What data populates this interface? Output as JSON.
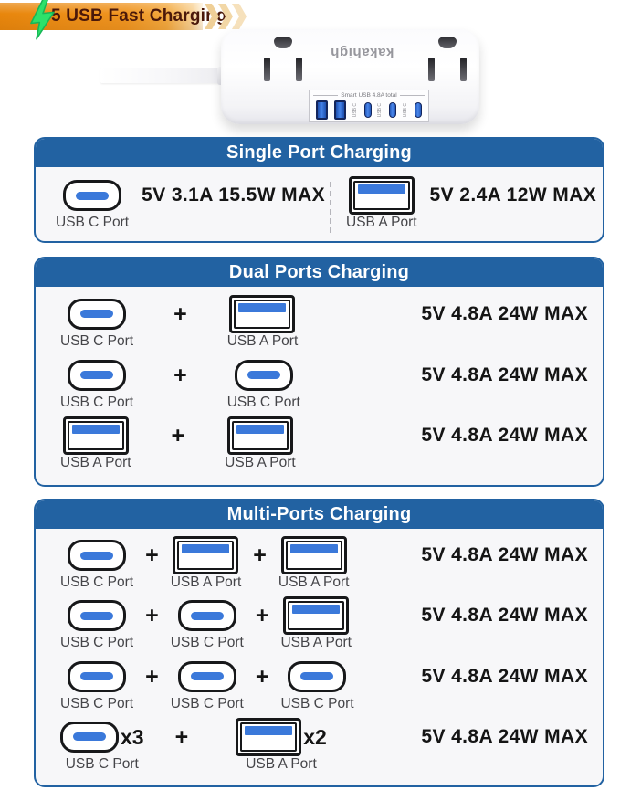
{
  "banner": {
    "label": "5 USB Fast Charging"
  },
  "device": {
    "brand": "kakahigh",
    "usb_panel_label": "Smart USB 4.8A total",
    "usb_c_tiny_label": "USB C",
    "ports": [
      "usb_a",
      "usb_a",
      "usb_c",
      "usb_c",
      "usb_c"
    ]
  },
  "port_labels": {
    "usb_c": "USB C Port",
    "usb_a": "USB A Port"
  },
  "labels": {
    "plus": "+"
  },
  "sections": [
    {
      "title": "Single Port Charging",
      "layout": "split",
      "rows": [
        {
          "items": [
            {
              "type": "usb_c"
            }
          ],
          "spec": "5V 3.1A 15.5W MAX"
        },
        {
          "items": [
            {
              "type": "usb_a"
            }
          ],
          "spec": "5V 2.4A 12W MAX"
        }
      ]
    },
    {
      "title": "Dual Ports Charging",
      "layout": "rows",
      "rows": [
        {
          "items": [
            {
              "type": "usb_c"
            },
            {
              "type": "usb_a"
            }
          ],
          "spec": "5V 4.8A 24W MAX"
        },
        {
          "items": [
            {
              "type": "usb_c"
            },
            {
              "type": "usb_c"
            }
          ],
          "spec": "5V 4.8A 24W MAX"
        },
        {
          "items": [
            {
              "type": "usb_a"
            },
            {
              "type": "usb_a"
            }
          ],
          "spec": "5V 4.8A 24W MAX"
        }
      ]
    },
    {
      "title": "Multi-Ports Charging",
      "layout": "rows",
      "rows": [
        {
          "items": [
            {
              "type": "usb_c"
            },
            {
              "type": "usb_a"
            },
            {
              "type": "usb_a"
            }
          ],
          "spec": "5V 4.8A 24W MAX"
        },
        {
          "items": [
            {
              "type": "usb_c"
            },
            {
              "type": "usb_c"
            },
            {
              "type": "usb_a"
            }
          ],
          "spec": "5V 4.8A 24W MAX"
        },
        {
          "items": [
            {
              "type": "usb_c"
            },
            {
              "type": "usb_c"
            },
            {
              "type": "usb_c"
            }
          ],
          "spec": "5V 4.8A 24W MAX"
        },
        {
          "items": [
            {
              "type": "usb_c",
              "mult": "x3"
            },
            {
              "type": "usb_a",
              "mult": "x2"
            }
          ],
          "spec": "5V 4.8A 24W MAX"
        }
      ]
    }
  ],
  "colors": {
    "header_blue": "#2262a2",
    "usb_blue": "#3b79da",
    "banner_orange": "#ee8f16",
    "bolt_green": "#2de16a",
    "chevron_tan": "#f2d5a0",
    "spec_text": "#151515",
    "banner_text": "#4a180a"
  }
}
